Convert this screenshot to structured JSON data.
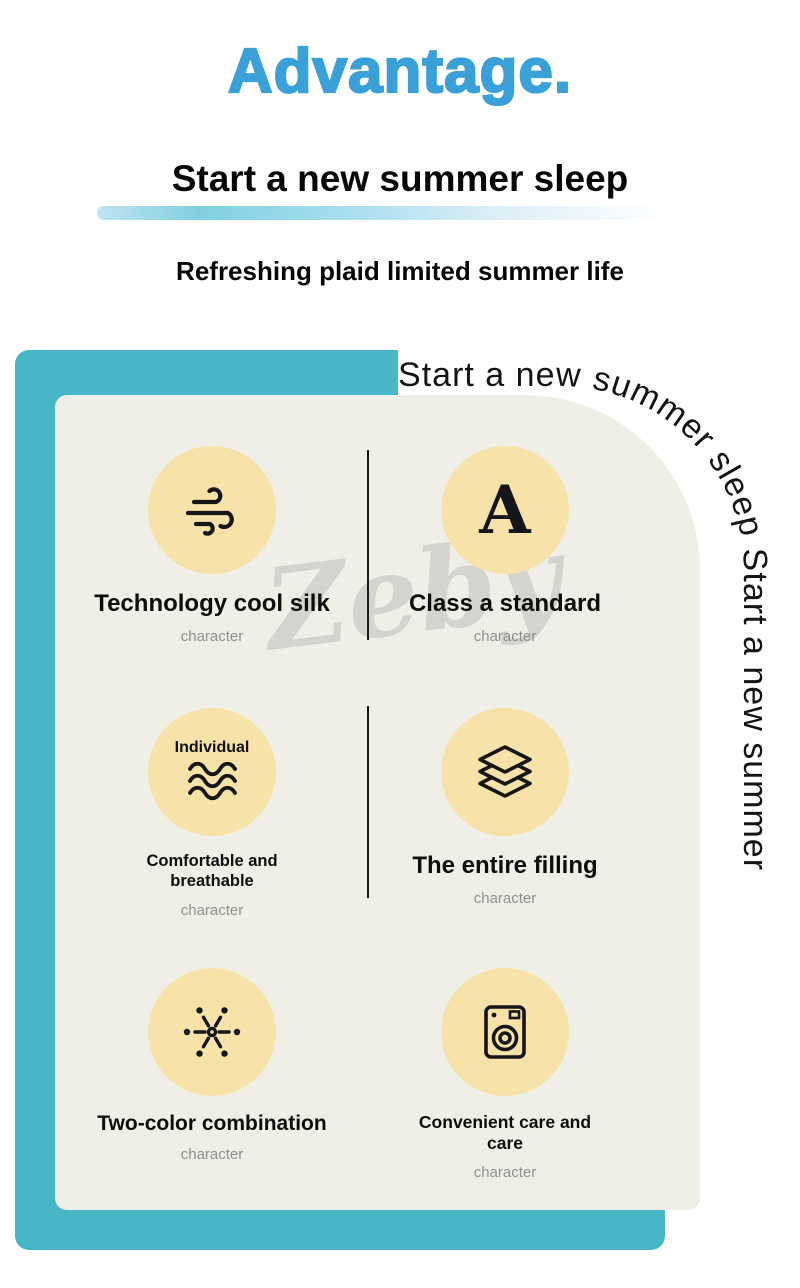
{
  "colors": {
    "accent_blue": "#3aa1d8",
    "teal_panel": "#47b7c8",
    "cream_panel": "#f0efe7",
    "icon_circle": "#f7e3a9"
  },
  "header": {
    "brand": "Advantage.",
    "title": "Start a new summer sleep",
    "subtitle": "Refreshing plaid limited summer life"
  },
  "panel": {
    "curved_text": "Start a new summer sleep Start a new summer",
    "watermark": "Zeby",
    "features": [
      {
        "id": "technology-cool-silk",
        "icon": "wind-icon",
        "title": "Technology cool silk",
        "caption": "character"
      },
      {
        "id": "class-a-standard",
        "icon": "letter-a-icon",
        "monogram": "A",
        "title": "Class a standard",
        "caption": "character"
      },
      {
        "id": "comfortable-breathable",
        "icon": "waves-icon",
        "badge": "Individual",
        "title": "Comfortable and breathable",
        "caption": "character"
      },
      {
        "id": "entire-filling",
        "icon": "layers-icon",
        "title": "The entire filling",
        "caption": "character"
      },
      {
        "id": "two-color-combination",
        "icon": "snowflake-icon",
        "title": "Two-color combination",
        "caption": "character"
      },
      {
        "id": "convenient-care",
        "icon": "washer-icon",
        "title": "Convenient care and care",
        "caption": "character"
      }
    ]
  }
}
